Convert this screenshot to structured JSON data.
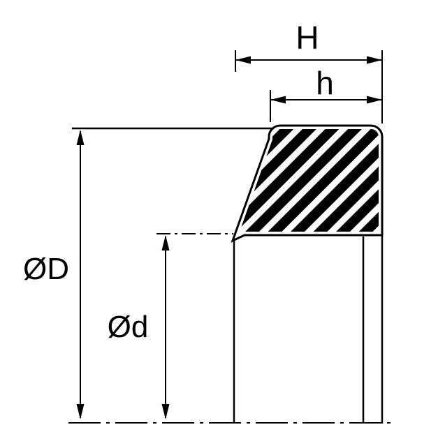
{
  "diagram": {
    "labels": {
      "overall_height": "H",
      "inner_height": "h",
      "outer_diameter": "ØD",
      "inner_diameter": "Ød"
    },
    "colors": {
      "line": "#000000",
      "background": "#ffffff"
    }
  }
}
